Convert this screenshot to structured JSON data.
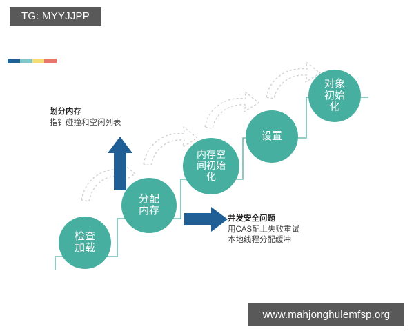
{
  "watermarks": {
    "tg": "TG: MYYJJPP",
    "site": "www.mahjonghulemfsp.org"
  },
  "theme": {
    "circle_fill": "#46AFA0",
    "step_line": "#6FBDB2",
    "blue_arrow": "#1F5F96",
    "dashed_arrow": "#D0D0D0",
    "badge_bg": "#595959",
    "text_dark": "#262626"
  },
  "color_bar": {
    "segments": [
      "#1F6095",
      "#7FC8C8",
      "#F6DC72",
      "#E8766B"
    ]
  },
  "steps": [
    {
      "label_lines": [
        "检查",
        "加载"
      ]
    },
    {
      "label_lines": [
        "分配",
        "内存"
      ]
    },
    {
      "label_lines": [
        "内存空",
        "间初始",
        "化"
      ]
    },
    {
      "label_lines": [
        "设置"
      ]
    },
    {
      "label_lines": [
        "对象",
        "初始",
        "化"
      ]
    }
  ],
  "annotations": [
    {
      "title": "划分内存",
      "lines": [
        "指针碰撞和空闲列表"
      ],
      "arrow": "up-arrow-icon"
    },
    {
      "title": "并发安全问题",
      "lines": [
        "用CAS配上失败重试",
        "本地线程分配缓冲"
      ],
      "arrow": "right-arrow-icon"
    }
  ]
}
